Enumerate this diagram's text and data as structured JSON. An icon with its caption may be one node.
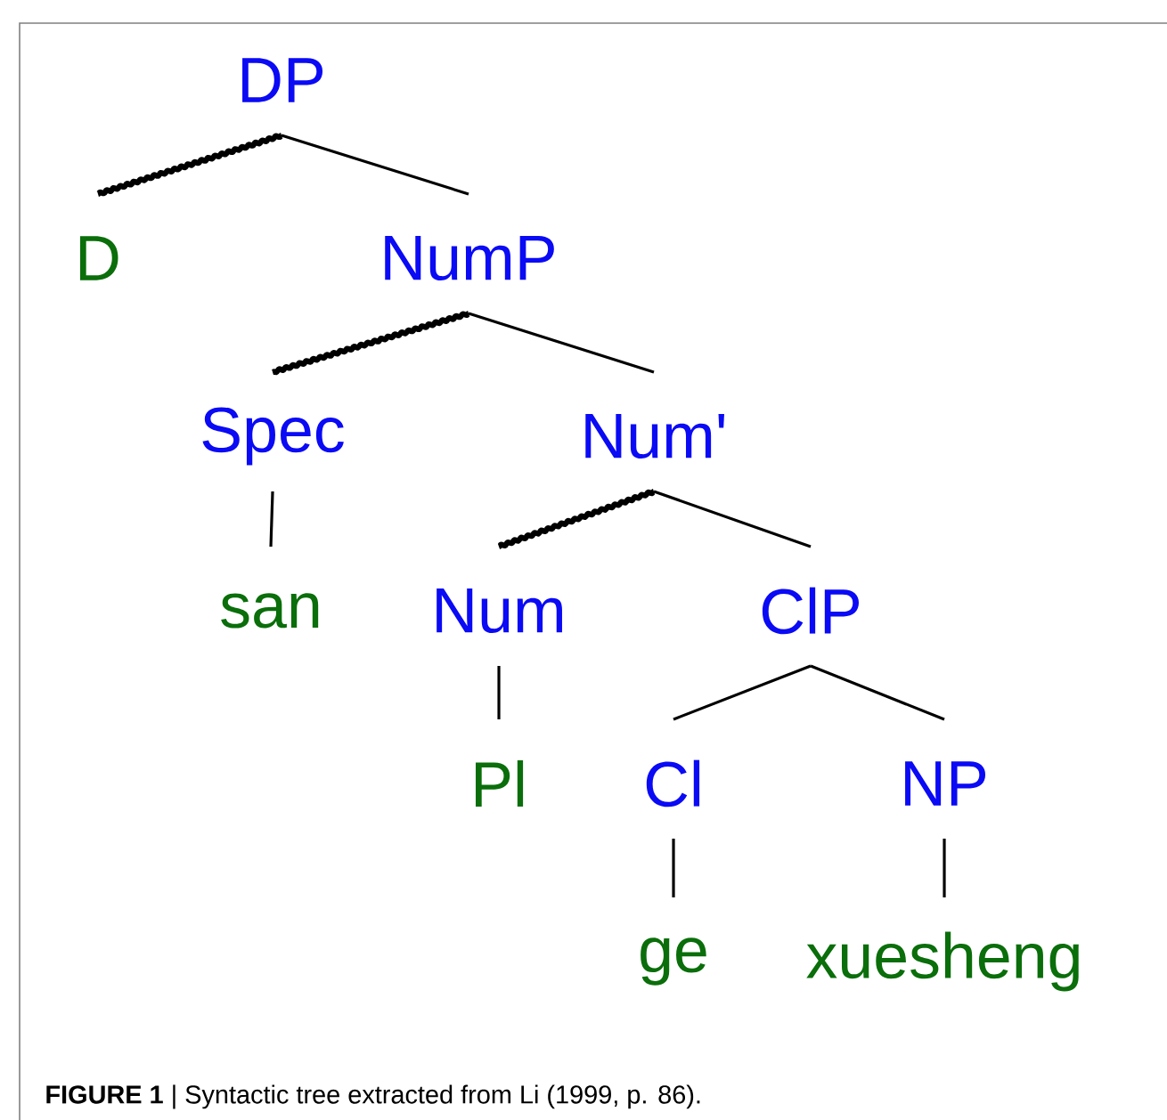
{
  "diagram": {
    "caption": "**FIGURE 1** | Syntactic tree extracted from Li (1999, p. 86).",
    "nodes": [
      {
        "text": [
          "DP"
        ]
      },
      {
        "text": [
          "D"
        ]
      },
      {
        "text": [
          "NumP"
        ]
      },
      {
        "text": [
          "Spec"
        ]
      },
      {
        "text": [
          "Num'"
        ]
      },
      {
        "text": [
          "san"
        ]
      },
      {
        "text": [
          "Num"
        ]
      },
      {
        "text": [
          "ClP"
        ]
      },
      {
        "text": [
          "Pl"
        ]
      },
      {
        "text": [
          "Cl"
        ]
      },
      {
        "text": [
          "NP"
        ]
      },
      {
        "text": [
          "ge"
        ]
      },
      {
        "text": [
          "xuesheng"
        ]
      }
    ],
    "edges": [
      {
        "from": 0,
        "to": 1,
        "arrow": "none",
        "style": "thick"
      },
      {
        "from": 0,
        "to": 2,
        "arrow": "none"
      },
      {
        "from": 2,
        "to": 3,
        "arrow": "none",
        "style": "thick"
      },
      {
        "from": 2,
        "to": 4,
        "arrow": "none"
      },
      {
        "from": 3,
        "to": 5,
        "arrow": "none"
      },
      {
        "from": 4,
        "to": 6,
        "arrow": "none",
        "style": "thick"
      },
      {
        "from": 4,
        "to": 7,
        "arrow": "none"
      },
      {
        "from": 6,
        "to": 8,
        "arrow": "none"
      },
      {
        "from": 7,
        "to": 9,
        "arrow": "none"
      },
      {
        "from": 7,
        "to": 10,
        "arrow": "none"
      },
      {
        "from": 9,
        "to": 11,
        "arrow": "none"
      },
      {
        "from": 10,
        "to": 12,
        "arrow": "none"
      }
    ]
  }
}
